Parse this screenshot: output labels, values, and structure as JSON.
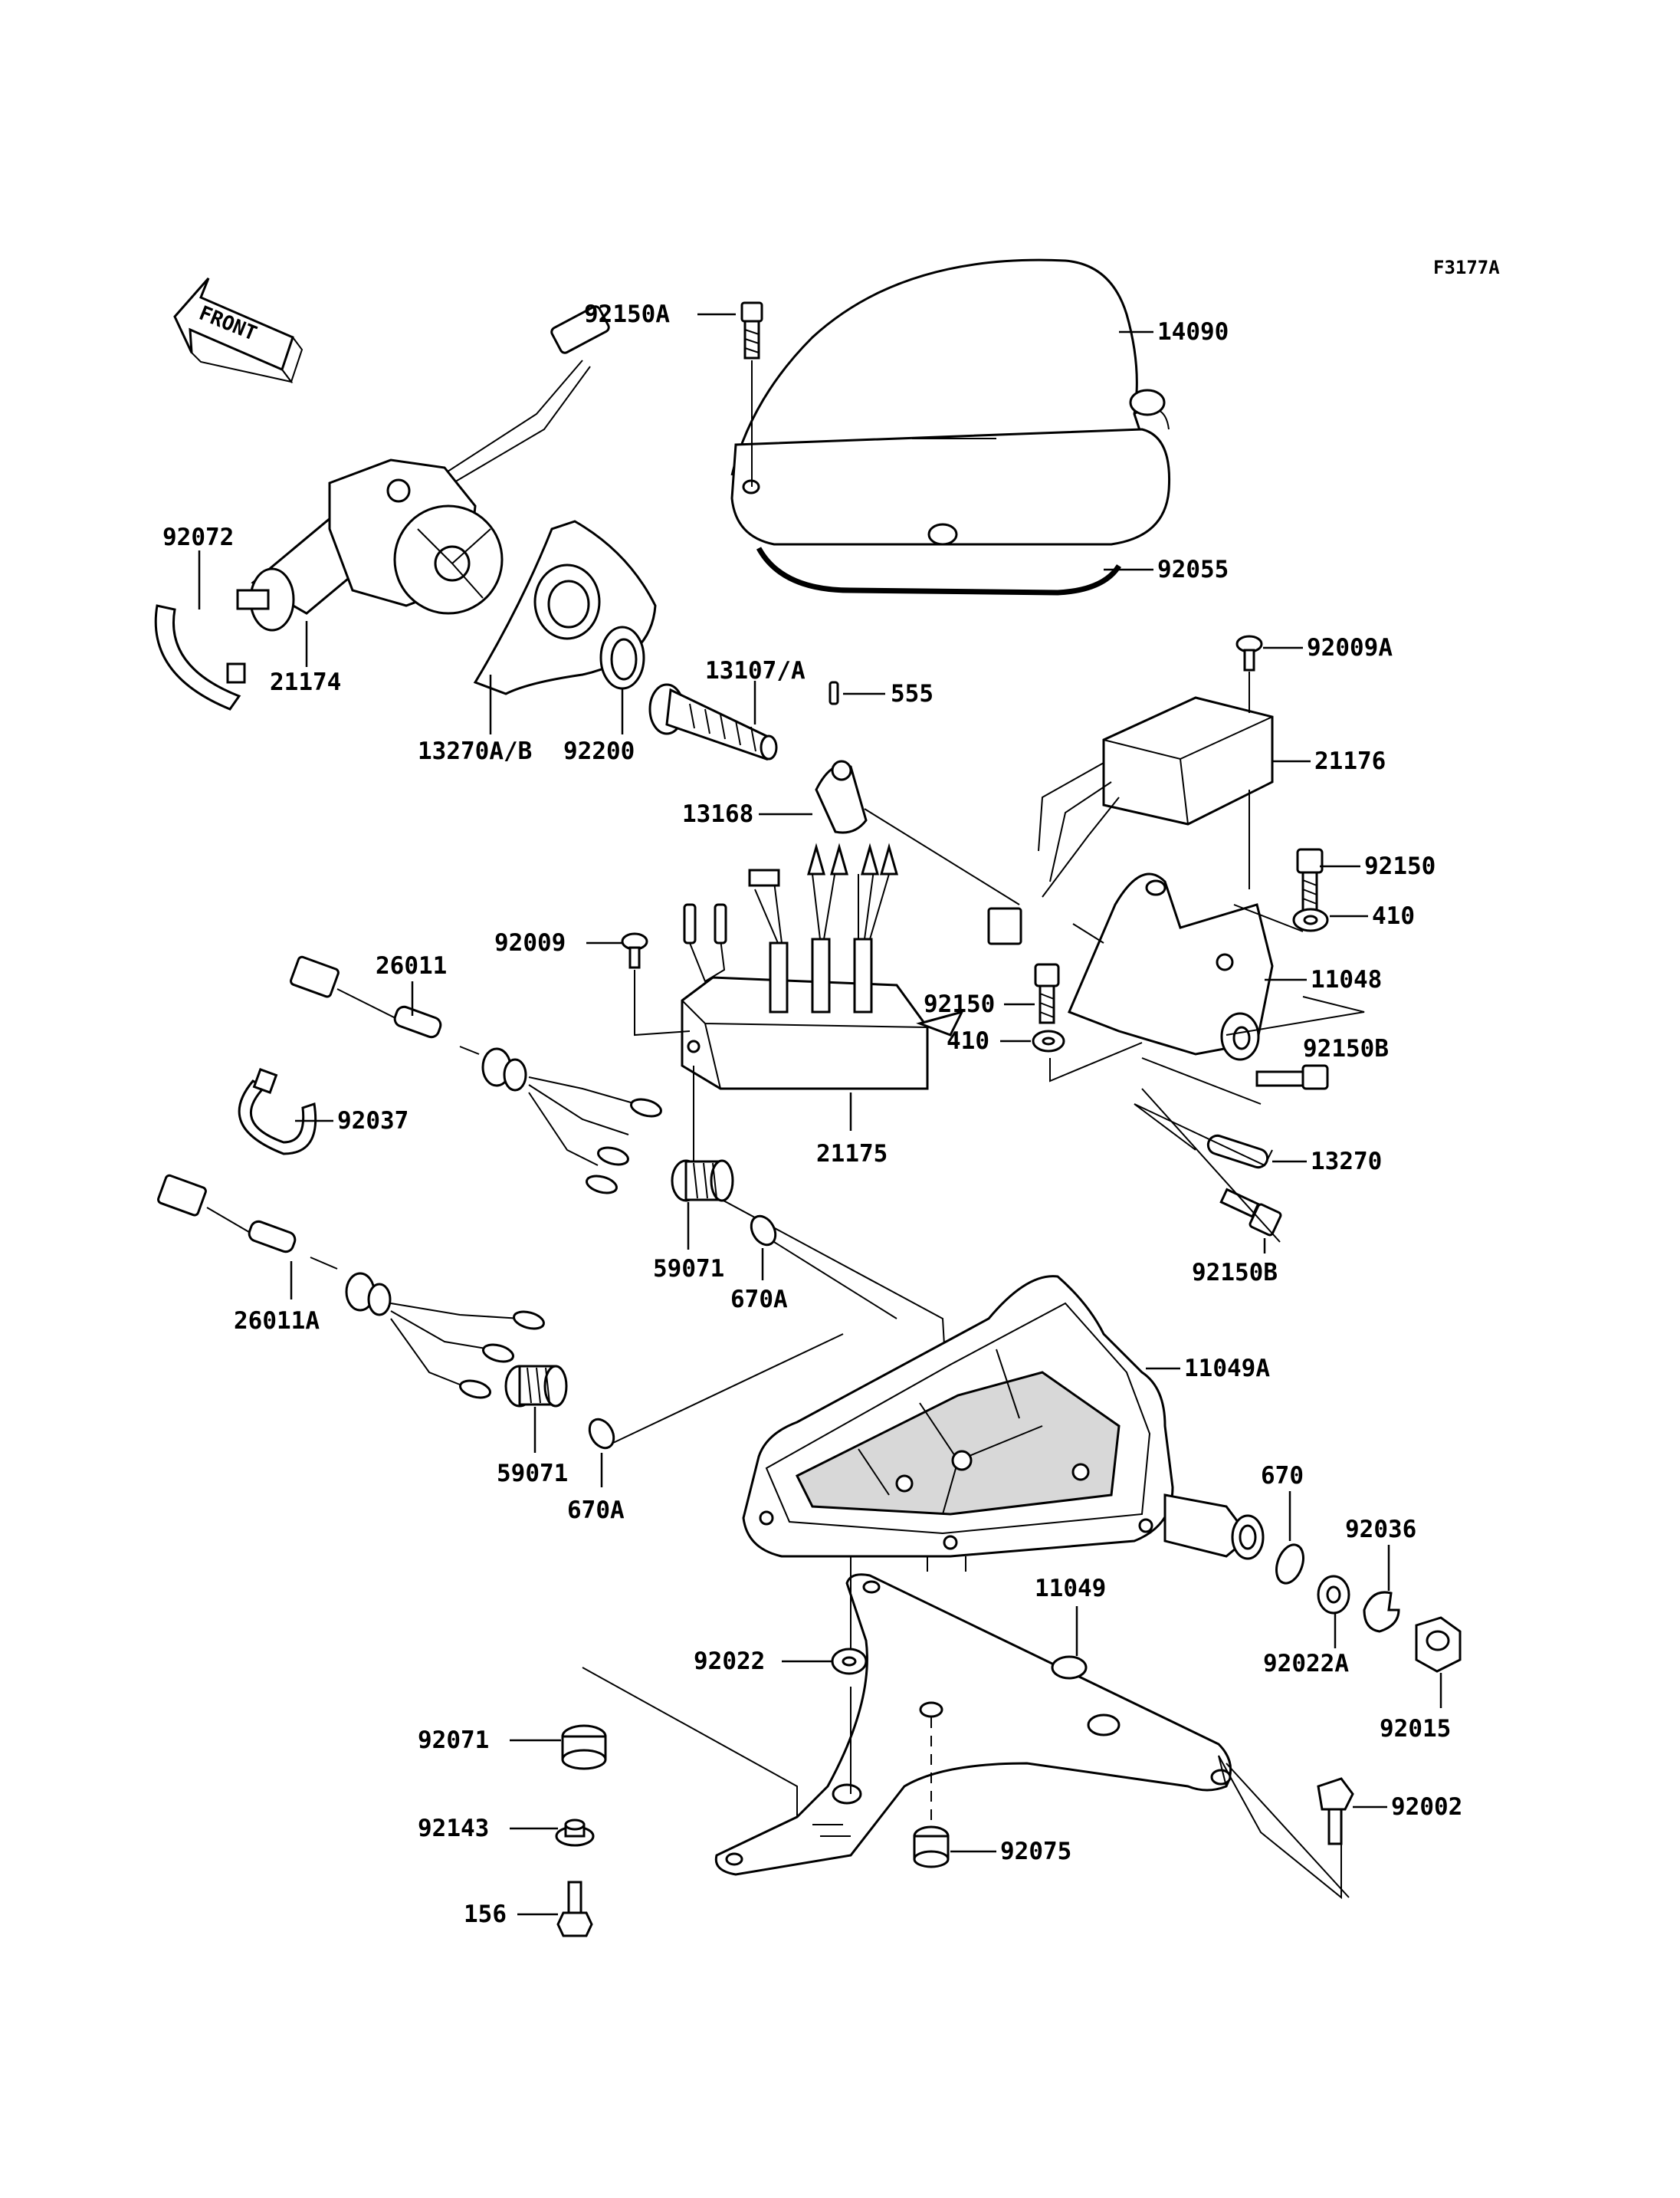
{
  "figure_code": "F3177A",
  "front_label": "FRONT",
  "labels": {
    "p92150A": "92150A",
    "p14090": "14090",
    "p92055": "92055",
    "p92072": "92072",
    "p21174": "21174",
    "p13270AB": "13270A/B",
    "p92200": "92200",
    "p13107A": "13107/A",
    "p555": "555",
    "p92009A": "92009A",
    "p21176": "21176",
    "p13168": "13168",
    "p92150_r": "92150",
    "p410_r": "410",
    "p11048": "11048",
    "p92009": "92009",
    "p92150_m": "92150",
    "p410_m": "410",
    "p92150B_a": "92150B",
    "p26011": "26011",
    "p92037": "92037",
    "p21175": "21175",
    "p13270": "13270",
    "p59071_a": "59071",
    "p670A_a": "670A",
    "p92150B_b": "92150B",
    "p26011A": "26011A",
    "p11049A": "11049A",
    "p59071_b": "59071",
    "p670A_b": "670A",
    "p670": "670",
    "p92036": "92036",
    "p11049": "11049",
    "p92022": "92022",
    "p92022A": "92022A",
    "p92015": "92015",
    "p92071": "92071",
    "p92002": "92002",
    "p92143": "92143",
    "p92075": "92075",
    "p156": "156"
  }
}
